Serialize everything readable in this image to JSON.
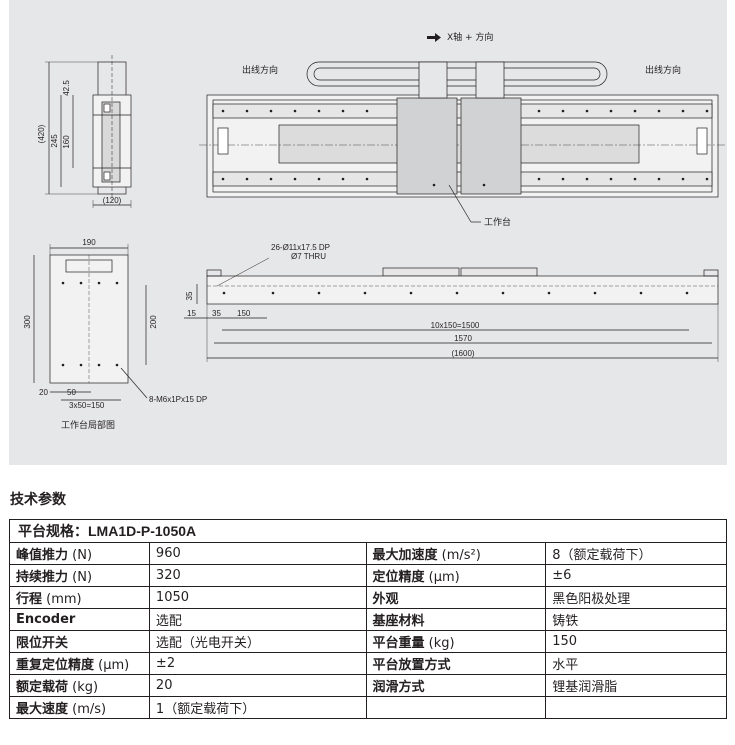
{
  "drawing": {
    "direction_label": "X轴 + 方向",
    "cable_out_left": "出线方向",
    "cable_out_right": "出线方向",
    "work_table_label": "工作台",
    "detail_caption": "工作台局部图",
    "side_view": {
      "dim_420": "(420)",
      "dim_245": "245",
      "dim_160": "160",
      "dim_42_5": "42.5",
      "dim_120": "(120)"
    },
    "detail_view": {
      "dim_190": "190",
      "dim_300": "300",
      "dim_200": "200",
      "dim_20": "20",
      "dim_50": "50",
      "dim_3x50": "3x50=150",
      "hole_note": "8-M6x1Px15 DP"
    },
    "front_view": {
      "hole_note_1": "26-Ø11x17.5 DP",
      "hole_note_2": "Ø7 THRU",
      "dim_35_v": "35",
      "dim_15": "15",
      "dim_35_h": "35",
      "dim_150": "150",
      "dim_10x150": "10x150=1500",
      "dim_1570": "1570",
      "dim_1600": "(1600)"
    }
  },
  "section_title": "技术参数",
  "spec_table": {
    "header": "平台规格：LMA1D-P-1050A",
    "rows": [
      {
        "label": "峰值推力",
        "unit": " (N)",
        "value": "960",
        "label2": "最大加速度",
        "unit2": " (m/s²)",
        "value2": "8（额定载荷下）"
      },
      {
        "label": "持续推力",
        "unit": " (N)",
        "value": "320",
        "label2": "定位精度",
        "unit2": " (μm)",
        "value2": "±6"
      },
      {
        "label": "行程",
        "unit": " (mm)",
        "value": "1050",
        "label2": "外观",
        "unit2": "",
        "value2": "黑色阳极处理"
      },
      {
        "label": "Encoder",
        "unit": "",
        "value": "选配",
        "label2": "基座材料",
        "unit2": "",
        "value2": "铸铁"
      },
      {
        "label": "限位开关",
        "unit": "",
        "value": "选配（光电开关）",
        "label2": "平台重量",
        "unit2": " (kg)",
        "value2": "150"
      },
      {
        "label": "重复定位精度",
        "unit": " (μm)",
        "value": "±2",
        "label2": "平台放置方式",
        "unit2": "",
        "value2": "水平"
      },
      {
        "label": "额定载荷",
        "unit": " (kg)",
        "value": "20",
        "label2": "润滑方式",
        "unit2": "",
        "value2": "锂基润滑脂"
      },
      {
        "label": "最大速度",
        "unit": " (m/s)",
        "value": "1（额定载荷下）",
        "label2": "",
        "unit2": "",
        "value2": ""
      }
    ]
  }
}
